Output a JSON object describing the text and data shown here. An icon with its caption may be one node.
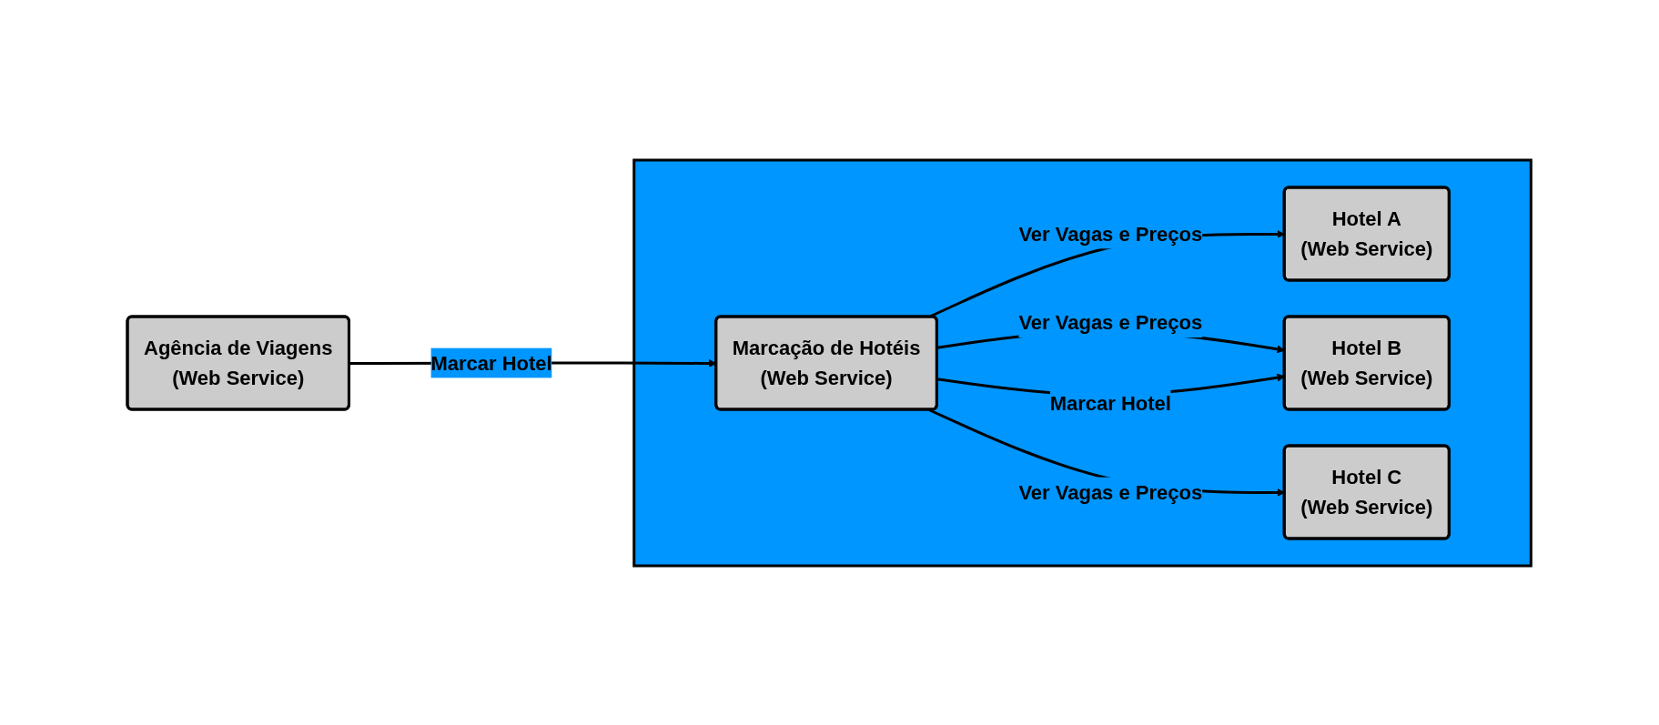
{
  "diagram": {
    "nodes": [
      {
        "text": [
          "Agência de Viagens",
          "(Web Service)"
        ]
      },
      {
        "text": [],
        "shape": "box"
      },
      {
        "text": [
          "Marcação de Hotéis",
          "(Web Service)"
        ],
        "in": 1
      },
      {
        "text": [
          "Hotel A",
          "(Web Service)"
        ],
        "in": 1
      },
      {
        "text": [
          "Hotel B",
          "(Web Service)"
        ],
        "in": 1
      },
      {
        "text": [
          "Hotel C",
          "(Web Service)"
        ],
        "in": 1
      }
    ],
    "edges": [
      {
        "from": 0,
        "to": 2,
        "arrow": "to",
        "label": "Marcar Hotel"
      },
      {
        "from": 2,
        "to": 3,
        "arrow": "to",
        "label": "Ver Vagas e Preços"
      },
      {
        "from": 2,
        "to": 4,
        "arrow": "to",
        "label": "Ver Vagas e Preços"
      },
      {
        "from": 2,
        "to": 4,
        "arrow": "to",
        "label": "Marcar Hotel"
      },
      {
        "from": 2,
        "to": 5,
        "arrow": "to",
        "label": "Ver Vagas e Preços"
      }
    ]
  }
}
